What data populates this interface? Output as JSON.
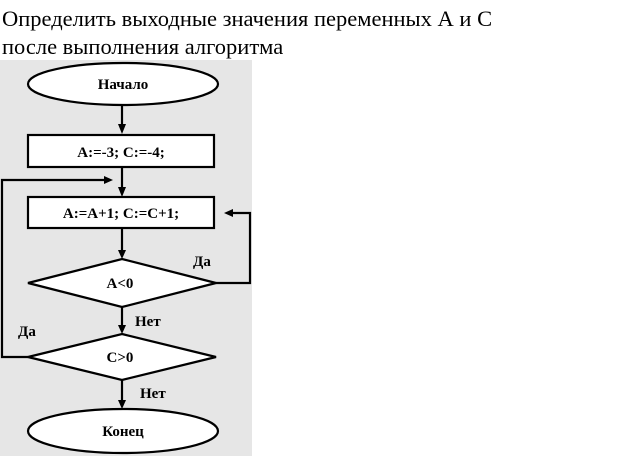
{
  "question": {
    "line1": "Определить выходные значения переменных А и С",
    "line2": "после выполнения алгоритма"
  },
  "flowchart": {
    "start": "Начало",
    "init": "A:=-3; C:=-4;",
    "update": "A:=A+1; C:=C+1;",
    "cond1": "A<0",
    "cond1_yes": "Да",
    "cond1_no": "Нет",
    "cond2": "C>0",
    "cond2_yes": "Да",
    "cond2_no": "Нет",
    "end": "Конец"
  },
  "colors": {
    "panel": "#e6e6e6",
    "ink": "#000000"
  }
}
